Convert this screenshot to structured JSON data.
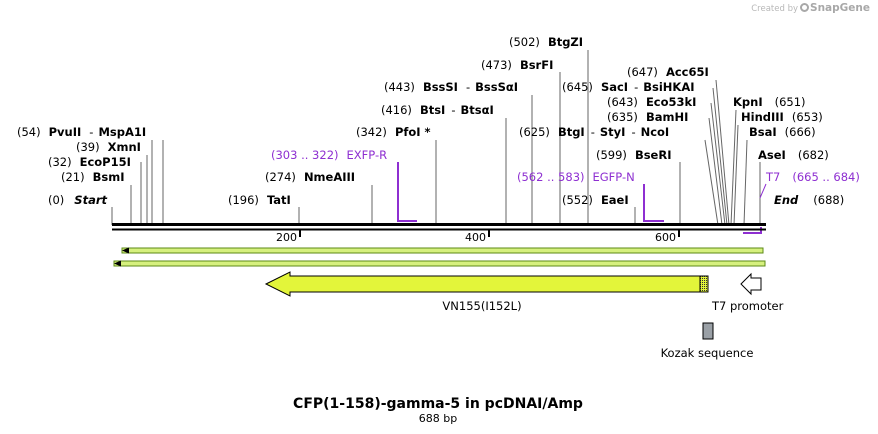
{
  "watermark": {
    "prefix": "Created by",
    "brand": "SnapGene"
  },
  "map": {
    "title": "CFP(1-158)-gamma-5 in pcDNAI/Amp",
    "length_label": "688 bp",
    "ruler": [
      "200",
      "400",
      "600"
    ],
    "start_pos": "(0)",
    "start_label": "Start",
    "end_label": "End",
    "end_pos": "(688)"
  },
  "sites": [
    {
      "pos": "(21)",
      "name": "BsmI"
    },
    {
      "pos": "(32)",
      "name": "EcoP15I"
    },
    {
      "pos": "(39)",
      "name": "XmnI"
    },
    {
      "pos": "(54)",
      "name": "PvuII",
      "name2": "MspA1I"
    },
    {
      "pos": "(196)",
      "name": "TatI"
    },
    {
      "pos": "(274)",
      "name": "NmeAIII"
    },
    {
      "pos": "(342)",
      "name": "PfoI *"
    },
    {
      "pos": "(416)",
      "name": "BtsI",
      "name2": "BtsαI"
    },
    {
      "pos": "(443)",
      "name": "BssSI",
      "name2": "BssSαI"
    },
    {
      "pos": "(473)",
      "name": "BsrFI"
    },
    {
      "pos": "(502)",
      "name": "BtgZI"
    },
    {
      "pos": "(552)",
      "name": "EaeI"
    },
    {
      "pos": "(599)",
      "name": "BseRI"
    },
    {
      "pos": "(625)",
      "name": "BtgI",
      "name2": "StyI",
      "name3": "NcoI"
    },
    {
      "pos": "(635)",
      "name": "BamHI"
    },
    {
      "pos": "(643)",
      "name": "Eco53kI"
    },
    {
      "pos": "(645)",
      "name": "SacI",
      "name2": "BsiHKAI"
    },
    {
      "pos": "(647)",
      "name": "Acc65I"
    },
    {
      "name": "KpnI",
      "pos": "(651)"
    },
    {
      "name": "HindIII",
      "pos": "(653)"
    },
    {
      "name": "BsaI",
      "pos": "(666)"
    },
    {
      "name": "AseI",
      "pos": "(682)"
    }
  ],
  "primers": [
    {
      "range": "(303 .. 322)",
      "name": "EXFP-R"
    },
    {
      "range": "(562 .. 583)",
      "name": "EGFP-N"
    },
    {
      "name": "T7",
      "range": "(665 .. 684)"
    }
  ],
  "features": [
    {
      "name": "VN155(I152L)",
      "color": "#e3f53a"
    },
    {
      "name": "T7 promoter"
    },
    {
      "name": "Kozak sequence",
      "color": "#9aa0a6"
    }
  ],
  "colors": {
    "primer": "#8e2fd1",
    "orf_strand": "#5c8a17",
    "backbone": "#000000"
  }
}
